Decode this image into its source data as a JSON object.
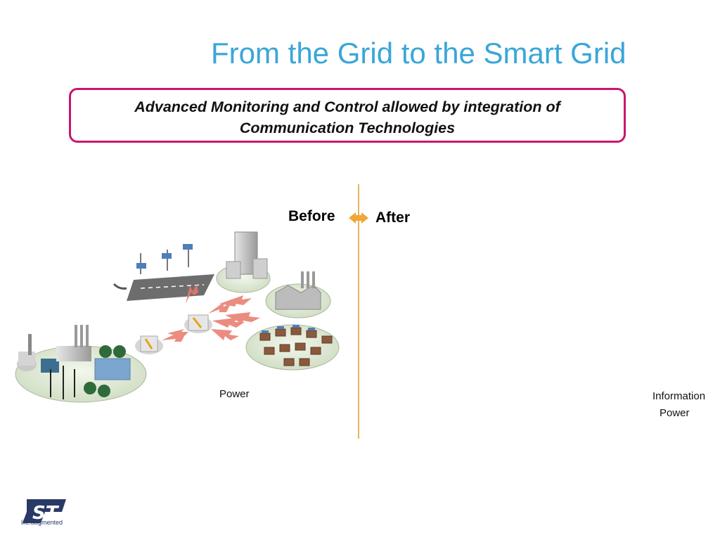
{
  "title": "From the Grid to the Smart Grid",
  "subtitle": {
    "line1": "Advanced Monitoring and Control allowed by integration of",
    "line2": "Communication Technologies"
  },
  "labels": {
    "before": "Before",
    "after": "After"
  },
  "before_legend": {
    "power": "Power"
  },
  "after_legend": {
    "information": "Information",
    "power": "Power"
  },
  "logo": {
    "brand": "ST",
    "tagline": "life.augmented"
  },
  "colors": {
    "title": "#3aa6d8",
    "frame": "#c8166e",
    "divider": "#e6b55c",
    "power_arrow": "#e8786a",
    "information_line": "#3a9a3e",
    "node_fill": "#dbe8cf"
  }
}
